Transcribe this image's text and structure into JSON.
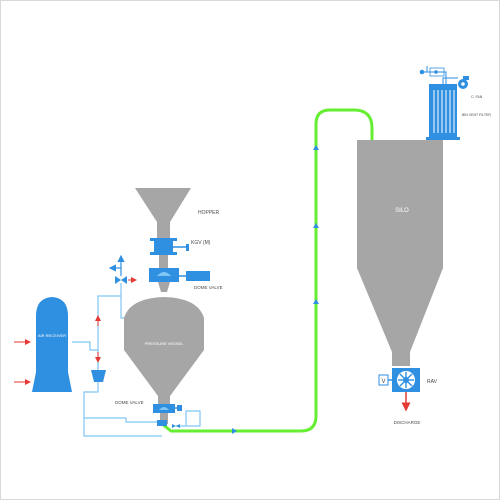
{
  "labels": {
    "hopper": "HOPPER",
    "kgv": "KGV (M)",
    "dome_valve_top": "DOME VALVE",
    "dome_valve_bottom": "DOME VALVE",
    "silo": "SILO",
    "bin_vent_filter": "BIN VENT FILTER",
    "rav": "RAV",
    "discharge": "DISCHARGE",
    "air_receiver": "AIR RECEIVER",
    "pressure_vessel": "PRESSURE VESSEL",
    "fan": "C. FAN",
    "valve_letter": "V"
  },
  "colors": {
    "equipment": "#a6a6a6",
    "device": "#2f8fe0",
    "conveying_line": "#66ee33",
    "air_line": "#7fc6f5",
    "flow_arrow": "#e53935"
  }
}
